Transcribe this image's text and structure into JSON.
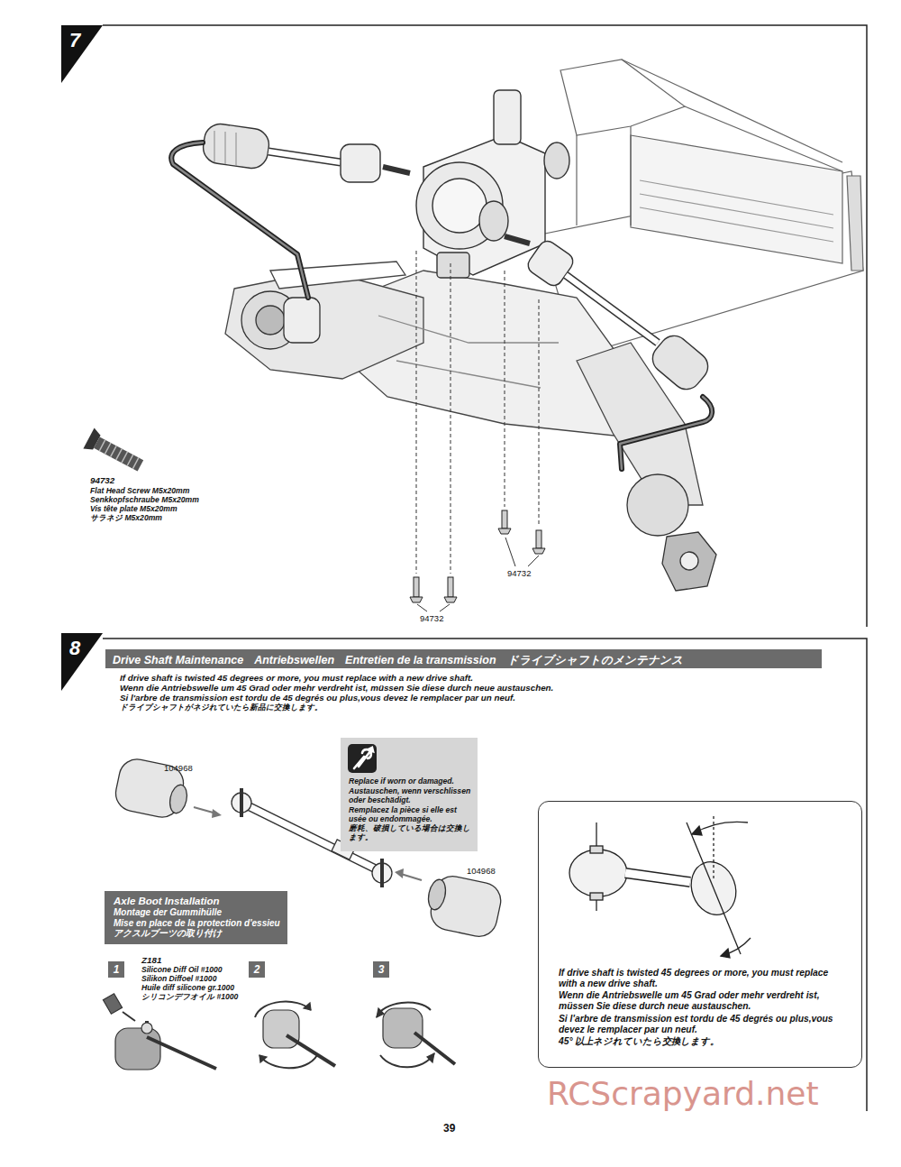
{
  "diagram": {
    "nodes": [
      {
        "text": [
          "7"
        ]
      },
      {
        "text": [
          "8"
        ]
      },
      {
        "text": [
          "Drive Shaft Maintenance",
          "Antriebswellen",
          "Entretien de la transmission",
          "ドライブシャフトのメンテナンス"
        ]
      },
      {
        "text": [
          "Replace if worn or damaged.",
          "Austauschen, wenn verschlissen oder beschädigt.",
          "Remplacez la pièce si elle est usée ou endommagée.",
          "磨耗、破損している場合は交換します。"
        ]
      },
      {
        "text": [
          "Axle Boot Installation",
          "Montage der Gummihülle",
          "Mise en place de la protection d'essieu",
          "アクスルブーツの取り付け"
        ]
      },
      {
        "text": [
          "1"
        ]
      },
      {
        "text": [
          "2"
        ]
      },
      {
        "text": [
          "3"
        ]
      },
      {
        "text": [
          "If drive shaft is twisted 45 degrees or more, you must replace with a new drive shaft.",
          "Wenn die Antriebswelle um 45 Grad oder mehr verdreht ist, müssen Sie diese durch neue austauschen.",
          "Si l'arbre de transmission est tordu de 45 degrés ou plus,vous devez le remplacer par un neuf.",
          "45° 以上ネジれていたら交換します。"
        ]
      }
    ],
    "labels": [
      "94732",
      "Flat Head Screw M5x20mm",
      "Senkkopfschraube M5x20mm",
      "Vis tête plate M5x20mm",
      "サラネジ M5x20mm",
      "94732",
      "94732",
      "If drive shaft is twisted 45 degrees or more, you must replace with a new drive shaft.",
      "Wenn die Antriebswelle um 45 Grad oder mehr verdreht ist, müssen Sie diese durch neue austauschen.",
      "Si l'arbre de transmission est tordu de 45 degrés ou plus,vous devez le remplacer par un neuf.",
      "ドライブシャフトがネジれていたら新品に交換します。",
      "104968",
      "104968",
      "Z181",
      "Silicone Diff Oil #1000",
      "Silikon Diffoel #1000",
      "Huile diff silicone gr.1000",
      "シリコンデフオイル #1000",
      "39",
      "RCScrapyard.net"
    ]
  }
}
